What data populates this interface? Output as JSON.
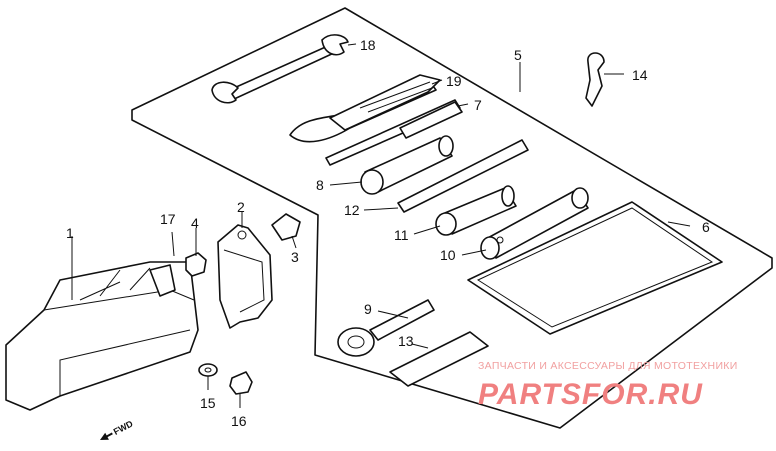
{
  "callouts": [
    {
      "id": "1",
      "label": "1"
    },
    {
      "id": "2",
      "label": "2"
    },
    {
      "id": "3",
      "label": "3"
    },
    {
      "id": "4",
      "label": "4"
    },
    {
      "id": "5",
      "label": "5"
    },
    {
      "id": "6",
      "label": "6"
    },
    {
      "id": "7",
      "label": "7"
    },
    {
      "id": "8",
      "label": "8"
    },
    {
      "id": "9",
      "label": "9"
    },
    {
      "id": "10",
      "label": "10"
    },
    {
      "id": "11",
      "label": "11"
    },
    {
      "id": "12",
      "label": "12"
    },
    {
      "id": "13",
      "label": "13"
    },
    {
      "id": "14",
      "label": "14"
    },
    {
      "id": "15",
      "label": "15"
    },
    {
      "id": "16",
      "label": "16"
    },
    {
      "id": "17",
      "label": "17"
    },
    {
      "id": "18",
      "label": "18"
    },
    {
      "id": "19",
      "label": "19"
    }
  ],
  "direction_marker": {
    "label": "FWD",
    "icon": "forward-arrow-icon"
  },
  "watermark": {
    "tagline": "ЗАПЧАСТИ И АКСЕССУАРЫ ДЛЯ МОТОТЕХНИКИ",
    "brand": "PARTSFOR.RU",
    "color": "#f08080"
  }
}
